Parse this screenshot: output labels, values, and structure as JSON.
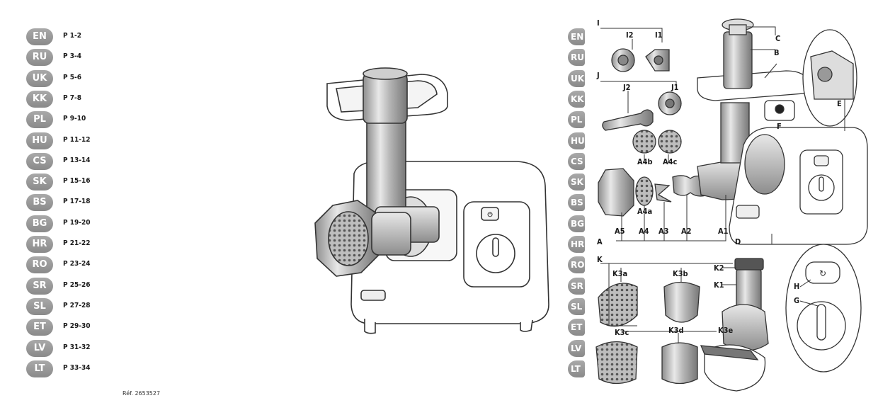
{
  "languages": [
    {
      "code": "EN",
      "pages": "P 1-2"
    },
    {
      "code": "RU",
      "pages": "P 3-4"
    },
    {
      "code": "UK",
      "pages": "P 5-6"
    },
    {
      "code": "KK",
      "pages": "P 7-8"
    },
    {
      "code": "PL",
      "pages": "P 9-10"
    },
    {
      "code": "HU",
      "pages": "P 11-12"
    },
    {
      "code": "CS",
      "pages": "P 13-14"
    },
    {
      "code": "SK",
      "pages": "P 15-16"
    },
    {
      "code": "BS",
      "pages": "P 17-18"
    },
    {
      "code": "BG",
      "pages": "P 19-20"
    },
    {
      "code": "HR",
      "pages": "P 21-22"
    },
    {
      "code": "RO",
      "pages": "P 23-24"
    },
    {
      "code": "SR",
      "pages": "P 25-26"
    },
    {
      "code": "SL",
      "pages": "P 27-28"
    },
    {
      "code": "ET",
      "pages": "P 29-30"
    },
    {
      "code": "LV",
      "pages": "P 31-32"
    },
    {
      "code": "LT",
      "pages": "P 33-34"
    }
  ],
  "reference": "Réf. 2653527",
  "part_labels": {
    "I": "I",
    "I1": "I1",
    "I2": "I2",
    "J": "J",
    "J1": "J1",
    "J2": "J2",
    "A4b": "A4b",
    "A4c": "A4c",
    "A4a": "A4a",
    "A": "A",
    "A5": "A5",
    "A4": "A4",
    "A3": "A3",
    "A2": "A2",
    "A1": "A1",
    "B": "B",
    "C": "C",
    "D": "D",
    "E": "E",
    "F": "F",
    "G": "G",
    "H": "H",
    "K": "K",
    "K1": "K1",
    "K2": "K2",
    "K3a": "K3a",
    "K3b": "K3b",
    "K3c": "K3c",
    "K3d": "K3d",
    "K3e": "K3e"
  }
}
